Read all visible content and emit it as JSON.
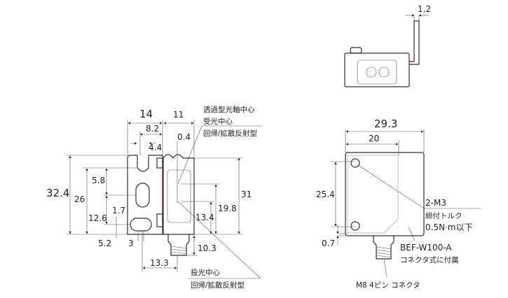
{
  "top_view": {
    "dim_thickness": "1.2"
  },
  "side_view": {
    "dims": {
      "w14": "14",
      "w11": "11",
      "w8_2": "8.2",
      "w4_4": "4.4",
      "w0_4": "0.4",
      "h32_4": "32.4",
      "h26": "26",
      "h5_8": "5.8",
      "h12_6": "12.6",
      "h1_7": "1.7",
      "h5_2": "5.2",
      "w3": "3",
      "h31": "31",
      "h19_8": "19.8",
      "h13_4": "13.4",
      "h10_3": "10.3",
      "w13_3": "13.3"
    },
    "notes": {
      "thru_axis": "透過型光軸中心",
      "receiver_center": "受光中心",
      "retro_diffuse_1": "回帰/拡散反射型",
      "emitter_center": "投光中心",
      "retro_diffuse_2": "回帰/拡散反射型"
    }
  },
  "front_view": {
    "dims": {
      "w29_3": "29.3",
      "w20": "20",
      "h25_4": "25.4",
      "h0_7": "0.7"
    },
    "notes": {
      "screw": "2-M3",
      "torque_label": "締付トルク",
      "torque_value": "0.5N·m以下",
      "bracket_model": "BEF-W100-A",
      "bracket_note": "コネクタ式に付属",
      "connector": "M8 4ピン コネクタ"
    }
  }
}
